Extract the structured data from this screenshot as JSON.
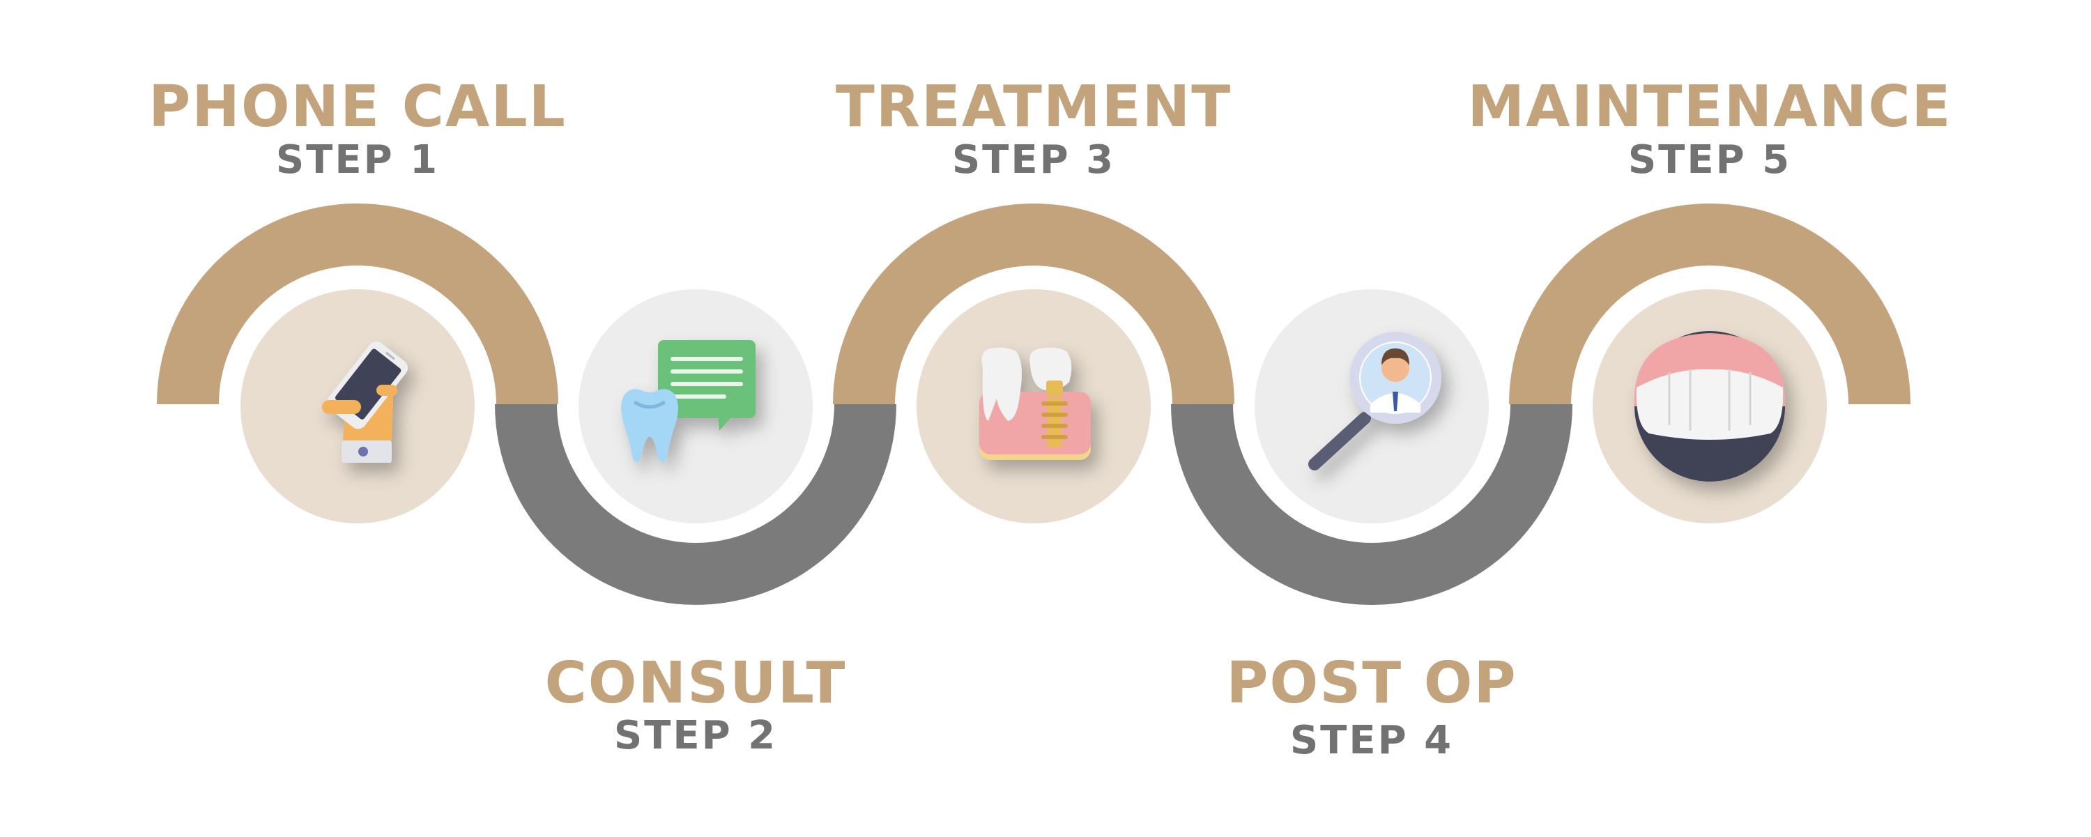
{
  "colors": {
    "tan": "#c2a37b",
    "gray": "#7b7b7b",
    "light_tan": "#e8ddcf",
    "light_gray": "#ededed",
    "title_text": "#c2a37b",
    "step_text": "#727272"
  },
  "steps": [
    {
      "title": "PHONE CALL",
      "step": "STEP 1",
      "icon": "smartphone-in-hand-icon"
    },
    {
      "title": "CONSULT",
      "step": "STEP 2",
      "icon": "tooth-speech-bubble-icon"
    },
    {
      "title": "TREATMENT",
      "step": "STEP 3",
      "icon": "dental-implant-icon"
    },
    {
      "title": "POST OP",
      "step": "STEP 4",
      "icon": "magnifier-person-icon"
    },
    {
      "title": "MAINTENANCE",
      "step": "STEP 5",
      "icon": "smile-teeth-icon"
    }
  ]
}
